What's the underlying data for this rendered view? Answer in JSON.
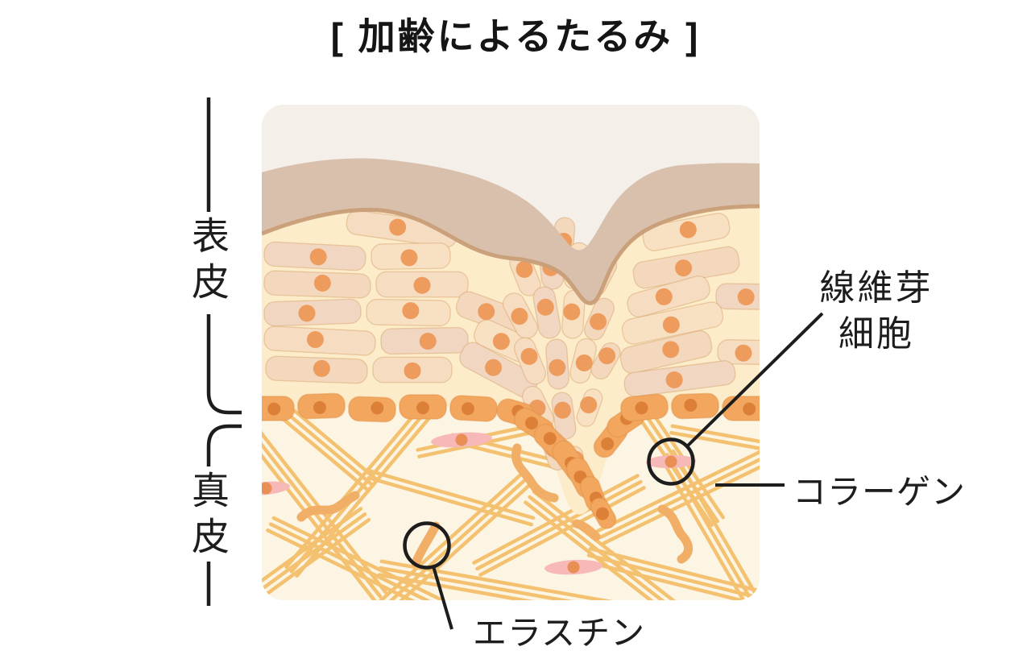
{
  "title": "[ 加齢によるたるみ ]",
  "labels": {
    "epidermis": "表皮",
    "dermis": "真皮",
    "fibroblast_line1": "線維芽",
    "fibroblast_line2": "細胞",
    "collagen": "コラーゲン",
    "elastin": "エラスチン"
  },
  "palette": {
    "page_bg": "#ffffff",
    "text": "#1d1d1d",
    "annotation_line": "#1d1d1d",
    "panel_top_bg": "#f4efe9",
    "stratum_corneum": "#d9c0ad",
    "stratum_corneum_edge": "#c89e77",
    "epidermis_bg": "#fdecca",
    "epidermis_cell_shades": [
      "#f6dcc1",
      "#f1d6c2",
      "#f8e0c3",
      "#f3d8bd"
    ],
    "epidermis_cell_stroke": "#d7a56e",
    "epidermis_cell_nucleus": "#ee9b5e",
    "basal_cell": "#f3a75e",
    "basal_cell_stroke": "#e0924a",
    "basal_cell_nucleus": "#dc8038",
    "dermis_bg": "#fdf5e3",
    "collagen_fiber": "#f3c170",
    "elastin_fragment": "#f0ae66",
    "fibroblast_body": "#f6b9b7",
    "fibroblast_nucleus": "#e98e55"
  }
}
